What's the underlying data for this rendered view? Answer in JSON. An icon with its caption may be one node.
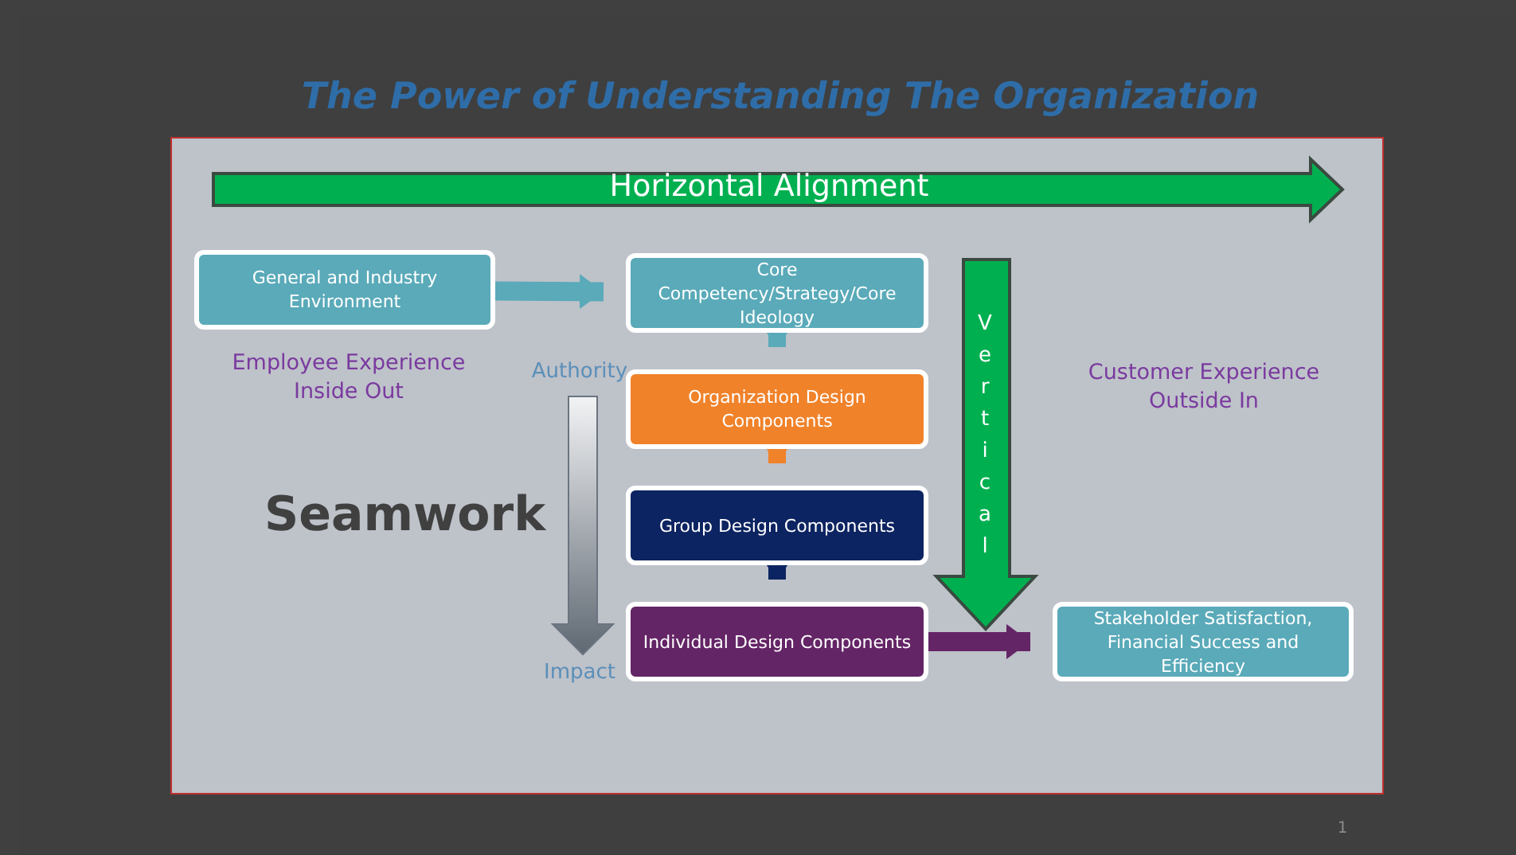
{
  "diagram": {
    "title": "The Power of Understanding The Organization",
    "nodes": [
      {
        "text": [
          "General and Industry Environment"
        ]
      },
      {
        "text": [
          "Core Competency/Strategy/Core Ideology"
        ]
      },
      {
        "text": [
          "Organization Design Components"
        ]
      },
      {
        "text": [
          "Group Design Components"
        ]
      },
      {
        "text": [
          "Individual Design Components"
        ]
      },
      {
        "text": [
          "Stakeholder Satisfaction, Financial Success and Efficiency"
        ]
      }
    ],
    "edges": [
      {
        "from": 0,
        "to": 1,
        "arrow": "to"
      },
      {
        "from": 1,
        "to": 2,
        "arrow": "to"
      },
      {
        "from": 2,
        "to": 3,
        "arrow": "to",
        "color": "#f0822a"
      },
      {
        "from": 3,
        "to": 4,
        "arrow": "to",
        "color": "#0c2461"
      },
      {
        "from": 4,
        "to": 5,
        "arrow": "to",
        "color": "#642566"
      }
    ],
    "labels": [
      "Horizontal Alignment",
      "Employee Experience Inside Out",
      "Vertical",
      "Customer Experience Outside In",
      "Authority",
      "Seamwork",
      "Impact",
      "1"
    ]
  }
}
